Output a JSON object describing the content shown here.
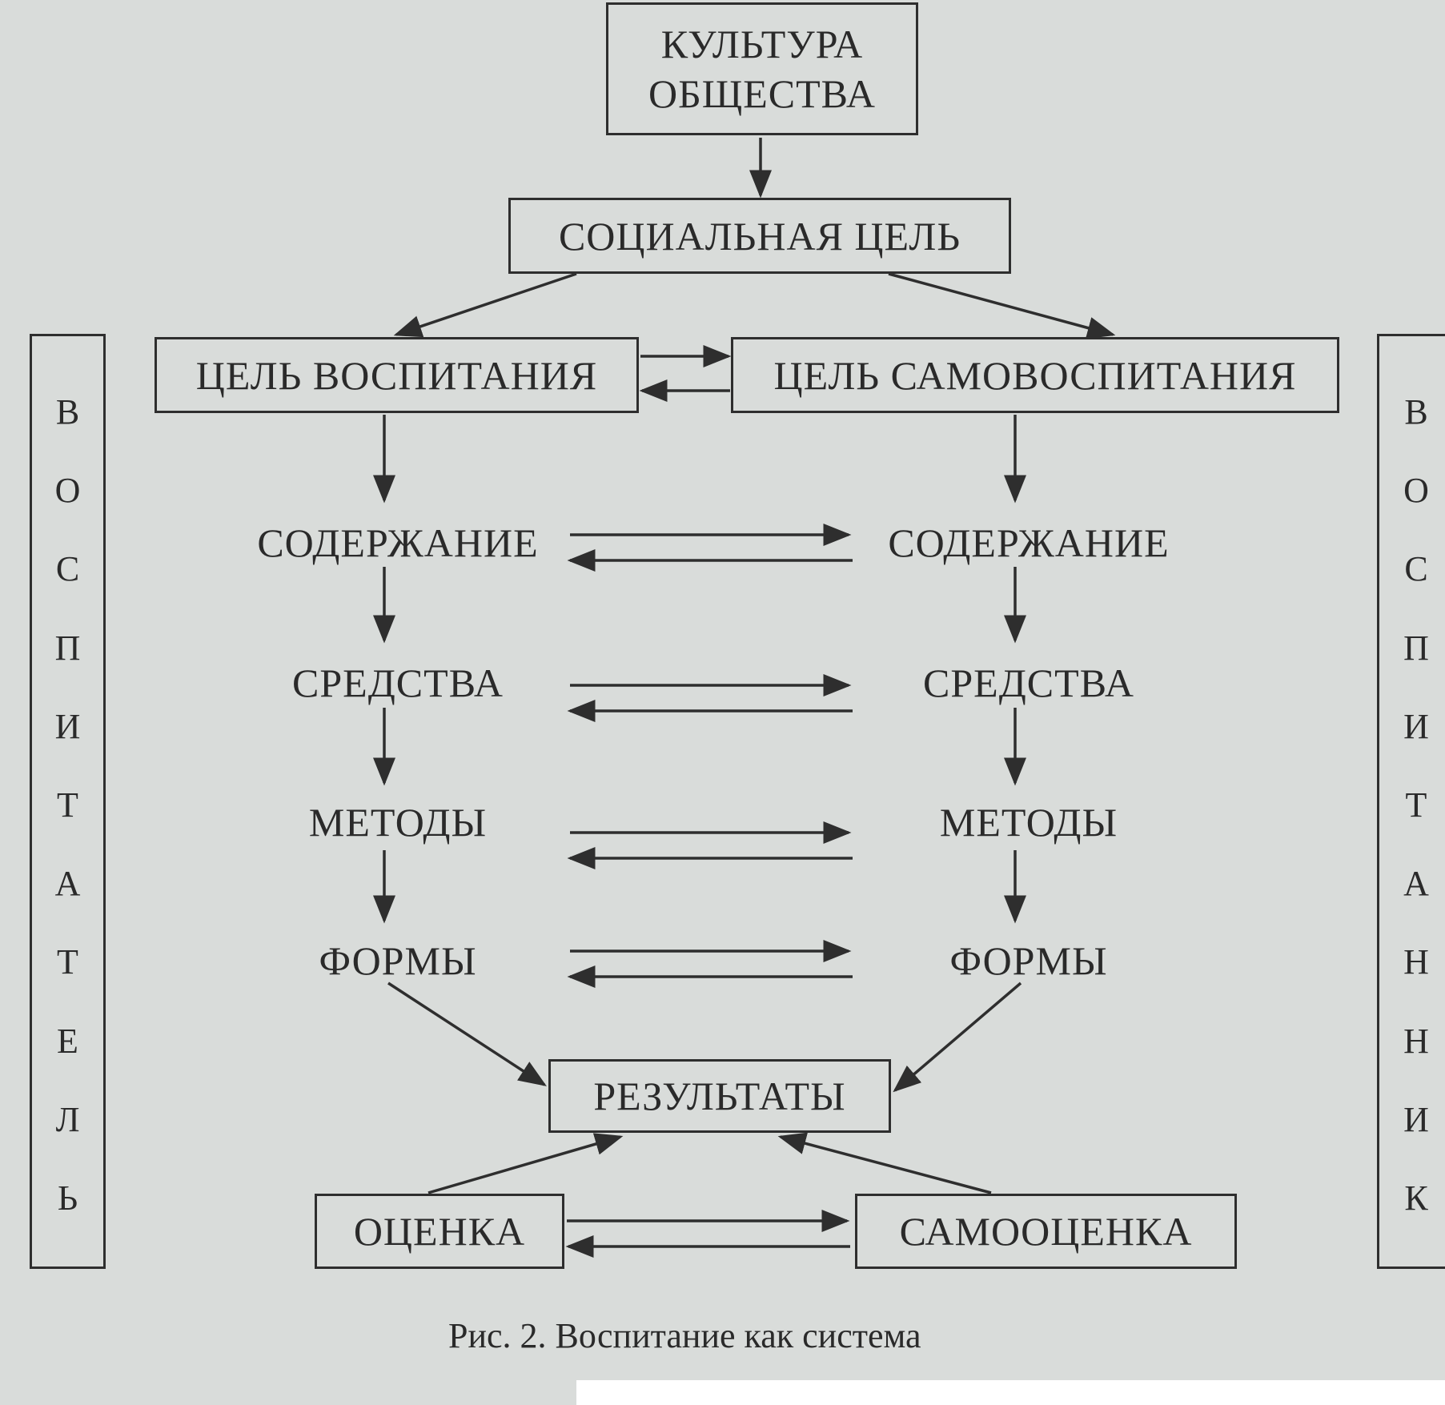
{
  "diagram": {
    "culture": "КУЛЬТУРА ОБЩЕСТВА",
    "social_goal": "СОЦИАЛЬНАЯ ЦЕЛЬ",
    "upbringing_goal": "ЦЕЛЬ ВОСПИТАНИЯ",
    "self_upbringing_goal": "ЦЕЛЬ САМОВОСПИТАНИЯ",
    "left_column": {
      "content": "СОДЕРЖАНИЕ",
      "means": "СРЕДСТВА",
      "methods": "МЕТОДЫ",
      "forms": "ФОРМЫ"
    },
    "right_column": {
      "content": "СОДЕРЖАНИЕ",
      "means": "СРЕДСТВА",
      "methods": "МЕТОДЫ",
      "forms": "ФОРМЫ"
    },
    "results": "РЕЗУЛЬТАТЫ",
    "evaluation": "ОЦЕНКА",
    "self_evaluation": "САМООЦЕНКА",
    "educator": [
      "В",
      "О",
      "С",
      "П",
      "И",
      "Т",
      "А",
      "Т",
      "Е",
      "Л",
      "Ь"
    ],
    "pupil": [
      "В",
      "О",
      "С",
      "П",
      "И",
      "Т",
      "А",
      "Н",
      "Н",
      "И",
      "К"
    ]
  },
  "caption": "Рис. 2. Воспитание как система"
}
